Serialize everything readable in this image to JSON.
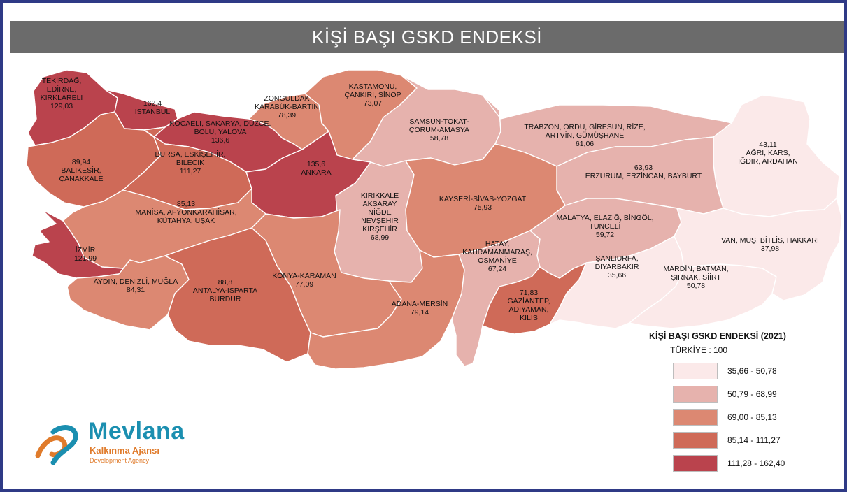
{
  "title": "KİŞİ BAŞI GSKD ENDEKSİ",
  "colors": {
    "class1": "#fbe9e9",
    "class2": "#e6b2ad",
    "class3": "#dc8872",
    "class4": "#cf6a58",
    "class5": "#ba434d",
    "sea_outline": "#2f3a86"
  },
  "regions": [
    {
      "id": "tekirdag",
      "name": "TEKİRDAĞ,\nEDİRNE,\nKIRKLARELİ",
      "value": "129,03",
      "class": 5
    },
    {
      "id": "istanbul",
      "name": "İSTANBUL",
      "value": "162,4",
      "class": 5
    },
    {
      "id": "kocaeli",
      "name": "KOCAELİ, SAKARYA, DÜZCE,\nBOLU, YALOVA",
      "value": "136,6",
      "class": 5
    },
    {
      "id": "zonguldak",
      "name": "ZONGULDAK\nKARABÜK-BARTIN",
      "value": "78,39",
      "class": 3
    },
    {
      "id": "kastamonu",
      "name": "KASTAMONU,\nÇANKIRI, SİNOP",
      "value": "73,07",
      "class": 3
    },
    {
      "id": "samsun",
      "name": "SAMSUN-TOKAT-\nÇORUM-AMASYA",
      "value": "58,78",
      "class": 2
    },
    {
      "id": "trabzon",
      "name": "TRABZON, ORDU, GİRESUN, RİZE,\nARTVİN, GÜMÜŞHANE",
      "value": "61,06",
      "class": 2
    },
    {
      "id": "agri",
      "name": "AĞRI, KARS,\nIĞDIR, ARDAHAN",
      "value": "43,11",
      "class": 1
    },
    {
      "id": "erzurum",
      "name": "ERZURUM, ERZİNCAN, BAYBURT",
      "value": "63,93",
      "class": 2
    },
    {
      "id": "balikesir",
      "name": "BALIKESİR,\nÇANAKKALE",
      "value": "89,94",
      "class": 4
    },
    {
      "id": "bursa",
      "name": "BURSA, ESKİŞEHİR,\nBİLECİK",
      "value": "111,27",
      "class": 4
    },
    {
      "id": "ankara",
      "name": "ANKARA",
      "value": "135,6",
      "class": 5
    },
    {
      "id": "kirikkale",
      "name": "KIRIKKALE\nAKSARAY\nNİĞDE\nNEVŞEHİR\nKIRŞEHİR",
      "value": "68,99",
      "class": 2
    },
    {
      "id": "kayseri",
      "name": "KAYSERİ-SİVAS-YOZGAT",
      "value": "75,93",
      "class": 3
    },
    {
      "id": "manisa",
      "name": "MANİSA, AFYONKARAHİSAR,\nKÜTAHYA, UŞAK",
      "value": "85,13",
      "class": 3
    },
    {
      "id": "izmir",
      "name": "İZMİR",
      "value": "121,99",
      "class": 5
    },
    {
      "id": "aydin",
      "name": "AYDIN, DENİZLİ, MUĞLA",
      "value": "84,31",
      "class": 3
    },
    {
      "id": "antalya",
      "name": "ANTALYA-ISPARTA\nBURDUR",
      "value": "88,8",
      "class": 4
    },
    {
      "id": "konya",
      "name": "KONYA-KARAMAN",
      "value": "77,09",
      "class": 3
    },
    {
      "id": "adana",
      "name": "ADANA-MERSİN",
      "value": "79,14",
      "class": 3
    },
    {
      "id": "hatay",
      "name": "HATAY,\nKAHRAMANMARAŞ,\nOSMANİYE",
      "value": "67,24",
      "class": 2
    },
    {
      "id": "gaziantep",
      "name": "GAZİANTEP,\nADIYAMAN,\nKİLİS",
      "value": "71,83",
      "class": 4
    },
    {
      "id": "malatya",
      "name": "MALATYA, ELAZIĞ, BİNGÖL,\nTUNCELİ",
      "value": "59,72",
      "class": 2
    },
    {
      "id": "sanliurfa",
      "name": "ŞANLIURFA,\nDİYARBAKIR",
      "value": "35,66",
      "class": 1
    },
    {
      "id": "mardin",
      "name": "MARDİN, BATMAN,\nŞIRNAK, SİİRT",
      "value": "50,78",
      "class": 1
    },
    {
      "id": "van",
      "name": "VAN, MUŞ, BİTLİS, HAKKARİ",
      "value": "37,98",
      "class": 1
    }
  ],
  "legend": {
    "title": "KİŞİ BAŞI GSKD ENDEKSİ (2021)",
    "subtitle": "TÜRKİYE : 100",
    "classes": [
      {
        "label": "35,66 - 50,78",
        "color": "#fbe9e9"
      },
      {
        "label": "50,79 - 68,99",
        "color": "#e6b2ad"
      },
      {
        "label": "69,00 - 85,13",
        "color": "#dc8872"
      },
      {
        "label": "85,14 - 111,27",
        "color": "#cf6a58"
      },
      {
        "label": "111,28 - 162,40",
        "color": "#ba434d"
      }
    ]
  },
  "logo": {
    "name": "Mevlana",
    "subtitle": "Kalkınma Ajansı",
    "subtitle_en": "Development Agency"
  }
}
